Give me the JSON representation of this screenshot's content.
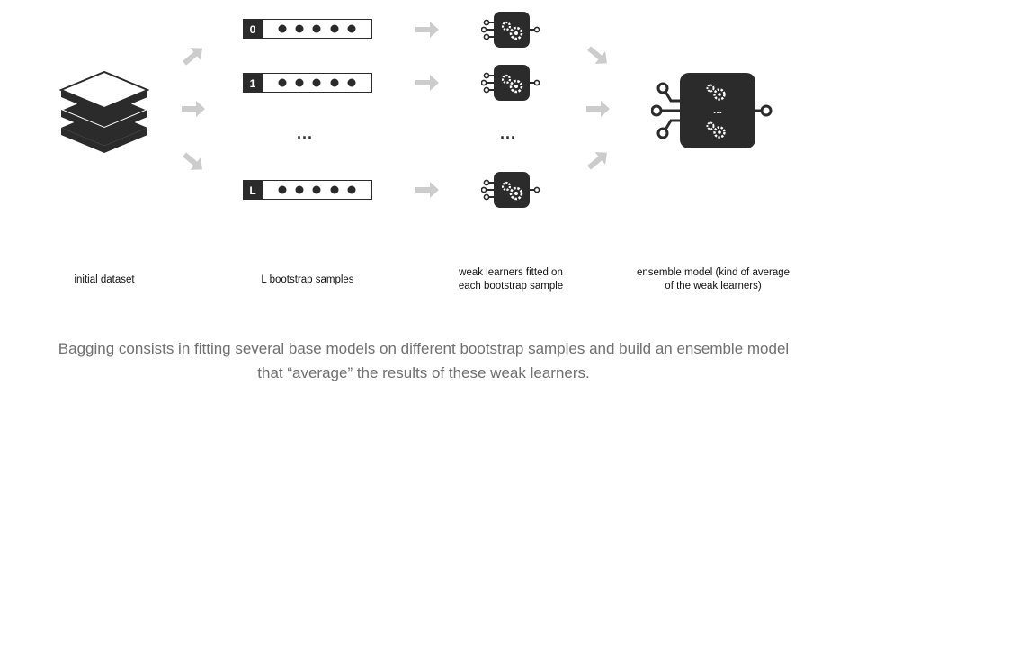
{
  "samples": [
    {
      "index": "0"
    },
    {
      "index": "1"
    },
    {
      "index": "L"
    }
  ],
  "ellipsis": "...",
  "ensemble_ellipsis": "...",
  "labels": {
    "initial_dataset": "initial dataset",
    "bootstrap_samples": "L bootstrap samples",
    "weak_learners_line1": "weak learners fitted on",
    "weak_learners_line2": "each bootstrap sample",
    "ensemble_line1": "ensemble model (kind of average",
    "ensemble_line2": "of the weak learners)"
  },
  "caption": {
    "line1": "Bagging consists in fitting several base models on different bootstrap samples and build an ensemble model",
    "line2": "that “average” the results of these weak learners."
  },
  "colors": {
    "icon_dark": "#2b2b2b",
    "arrow_gray": "#cccccc",
    "caption_gray": "#707070"
  },
  "icons": [
    "dataset-stack-icon",
    "arrow-icon",
    "gears-icon",
    "ensemble-model-icon"
  ]
}
